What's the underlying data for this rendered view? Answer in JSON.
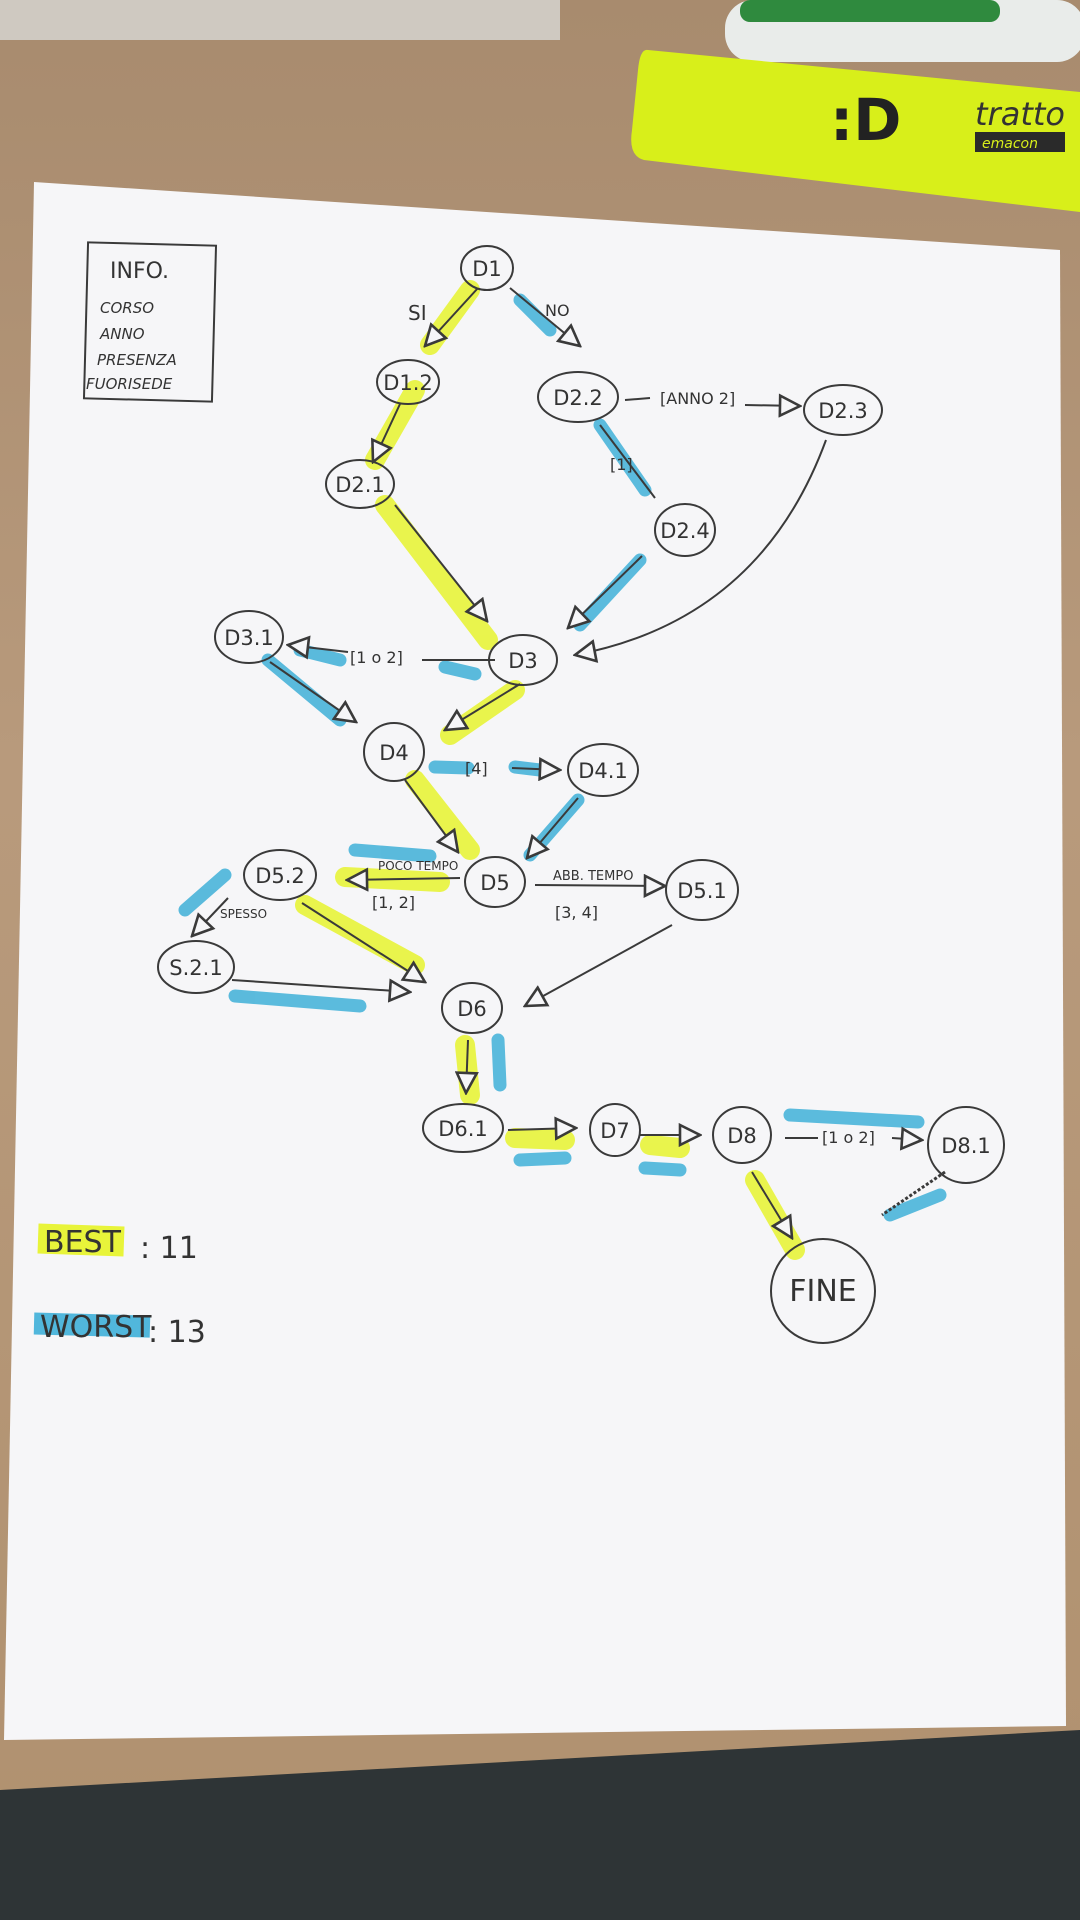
{
  "info_box": {
    "title": "INFO.",
    "items": [
      "CORSO",
      "ANNO",
      "PRESENZA",
      "FUORISEDE"
    ]
  },
  "nodes": {
    "d1": "D1",
    "d12": "D1.2",
    "d21": "D2.1",
    "d22": "D2.2",
    "d23": "D2.3",
    "d24": "D2.4",
    "d3": "D3",
    "d31": "D3.1",
    "d4": "D4",
    "d41": "D4.1",
    "d5": "D5",
    "d51": "D5.1",
    "d52": "D5.2",
    "s521": "S.2.1",
    "d6": "D6",
    "d61": "D6.1",
    "d7": "D7",
    "d8": "D8",
    "d81": "D8.1",
    "fine": "FINE"
  },
  "edge_labels": {
    "si": "SI",
    "no": "NO",
    "d22_d23": "[ANNO 2]",
    "d22_d24": "[1]",
    "d3_d31": "[1 o 2]",
    "d4_d41": "[4]",
    "d5_d52_top": "POCO TEMPO",
    "d5_d52_bottom": "[1, 2]",
    "d5_d51_top": "ABB. TEMPO",
    "d5_d51_bottom": "[3, 4]",
    "d52_s521": "SPESSO",
    "d8_d81": "[1 o 2]"
  },
  "legend": {
    "best_label": "BEST",
    "best_value": ": 11",
    "worst_label": "WORST",
    "worst_value": ": 13"
  },
  "marker": {
    "logo": ":D",
    "brand": "tratto",
    "sub": "emacon"
  },
  "colors": {
    "best_highlight": "#e8f43a",
    "worst_highlight": "#3fb0d8",
    "ink": "#3a3a3a",
    "paper": "#f6f6f8"
  }
}
